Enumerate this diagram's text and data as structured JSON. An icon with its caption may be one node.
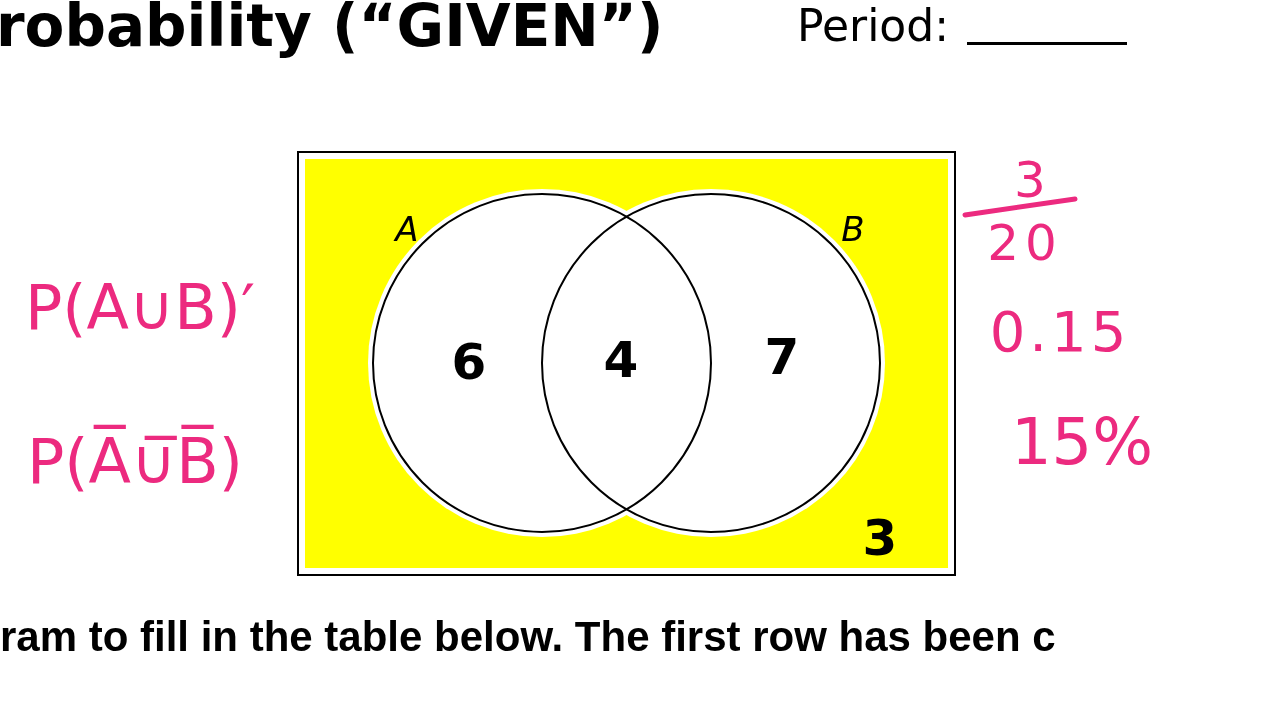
{
  "diagram": {
    "title": "robability (“GIVEN”)",
    "nodes": [
      {
        "text": [
          "3"
        ]
      },
      {
        "text": [
          "A",
          "6"
        ],
        "in": 0
      },
      {
        "text": [
          "B",
          "7"
        ],
        "in": 0
      }
    ],
    "labels": [
      "Period:",
      "3",
      "20",
      "P(A∪B)′",
      "4",
      "0.15",
      "P(A̅∪̅B̅)",
      "15%",
      "ram to fill in the table below. The first row has been c"
    ]
  }
}
